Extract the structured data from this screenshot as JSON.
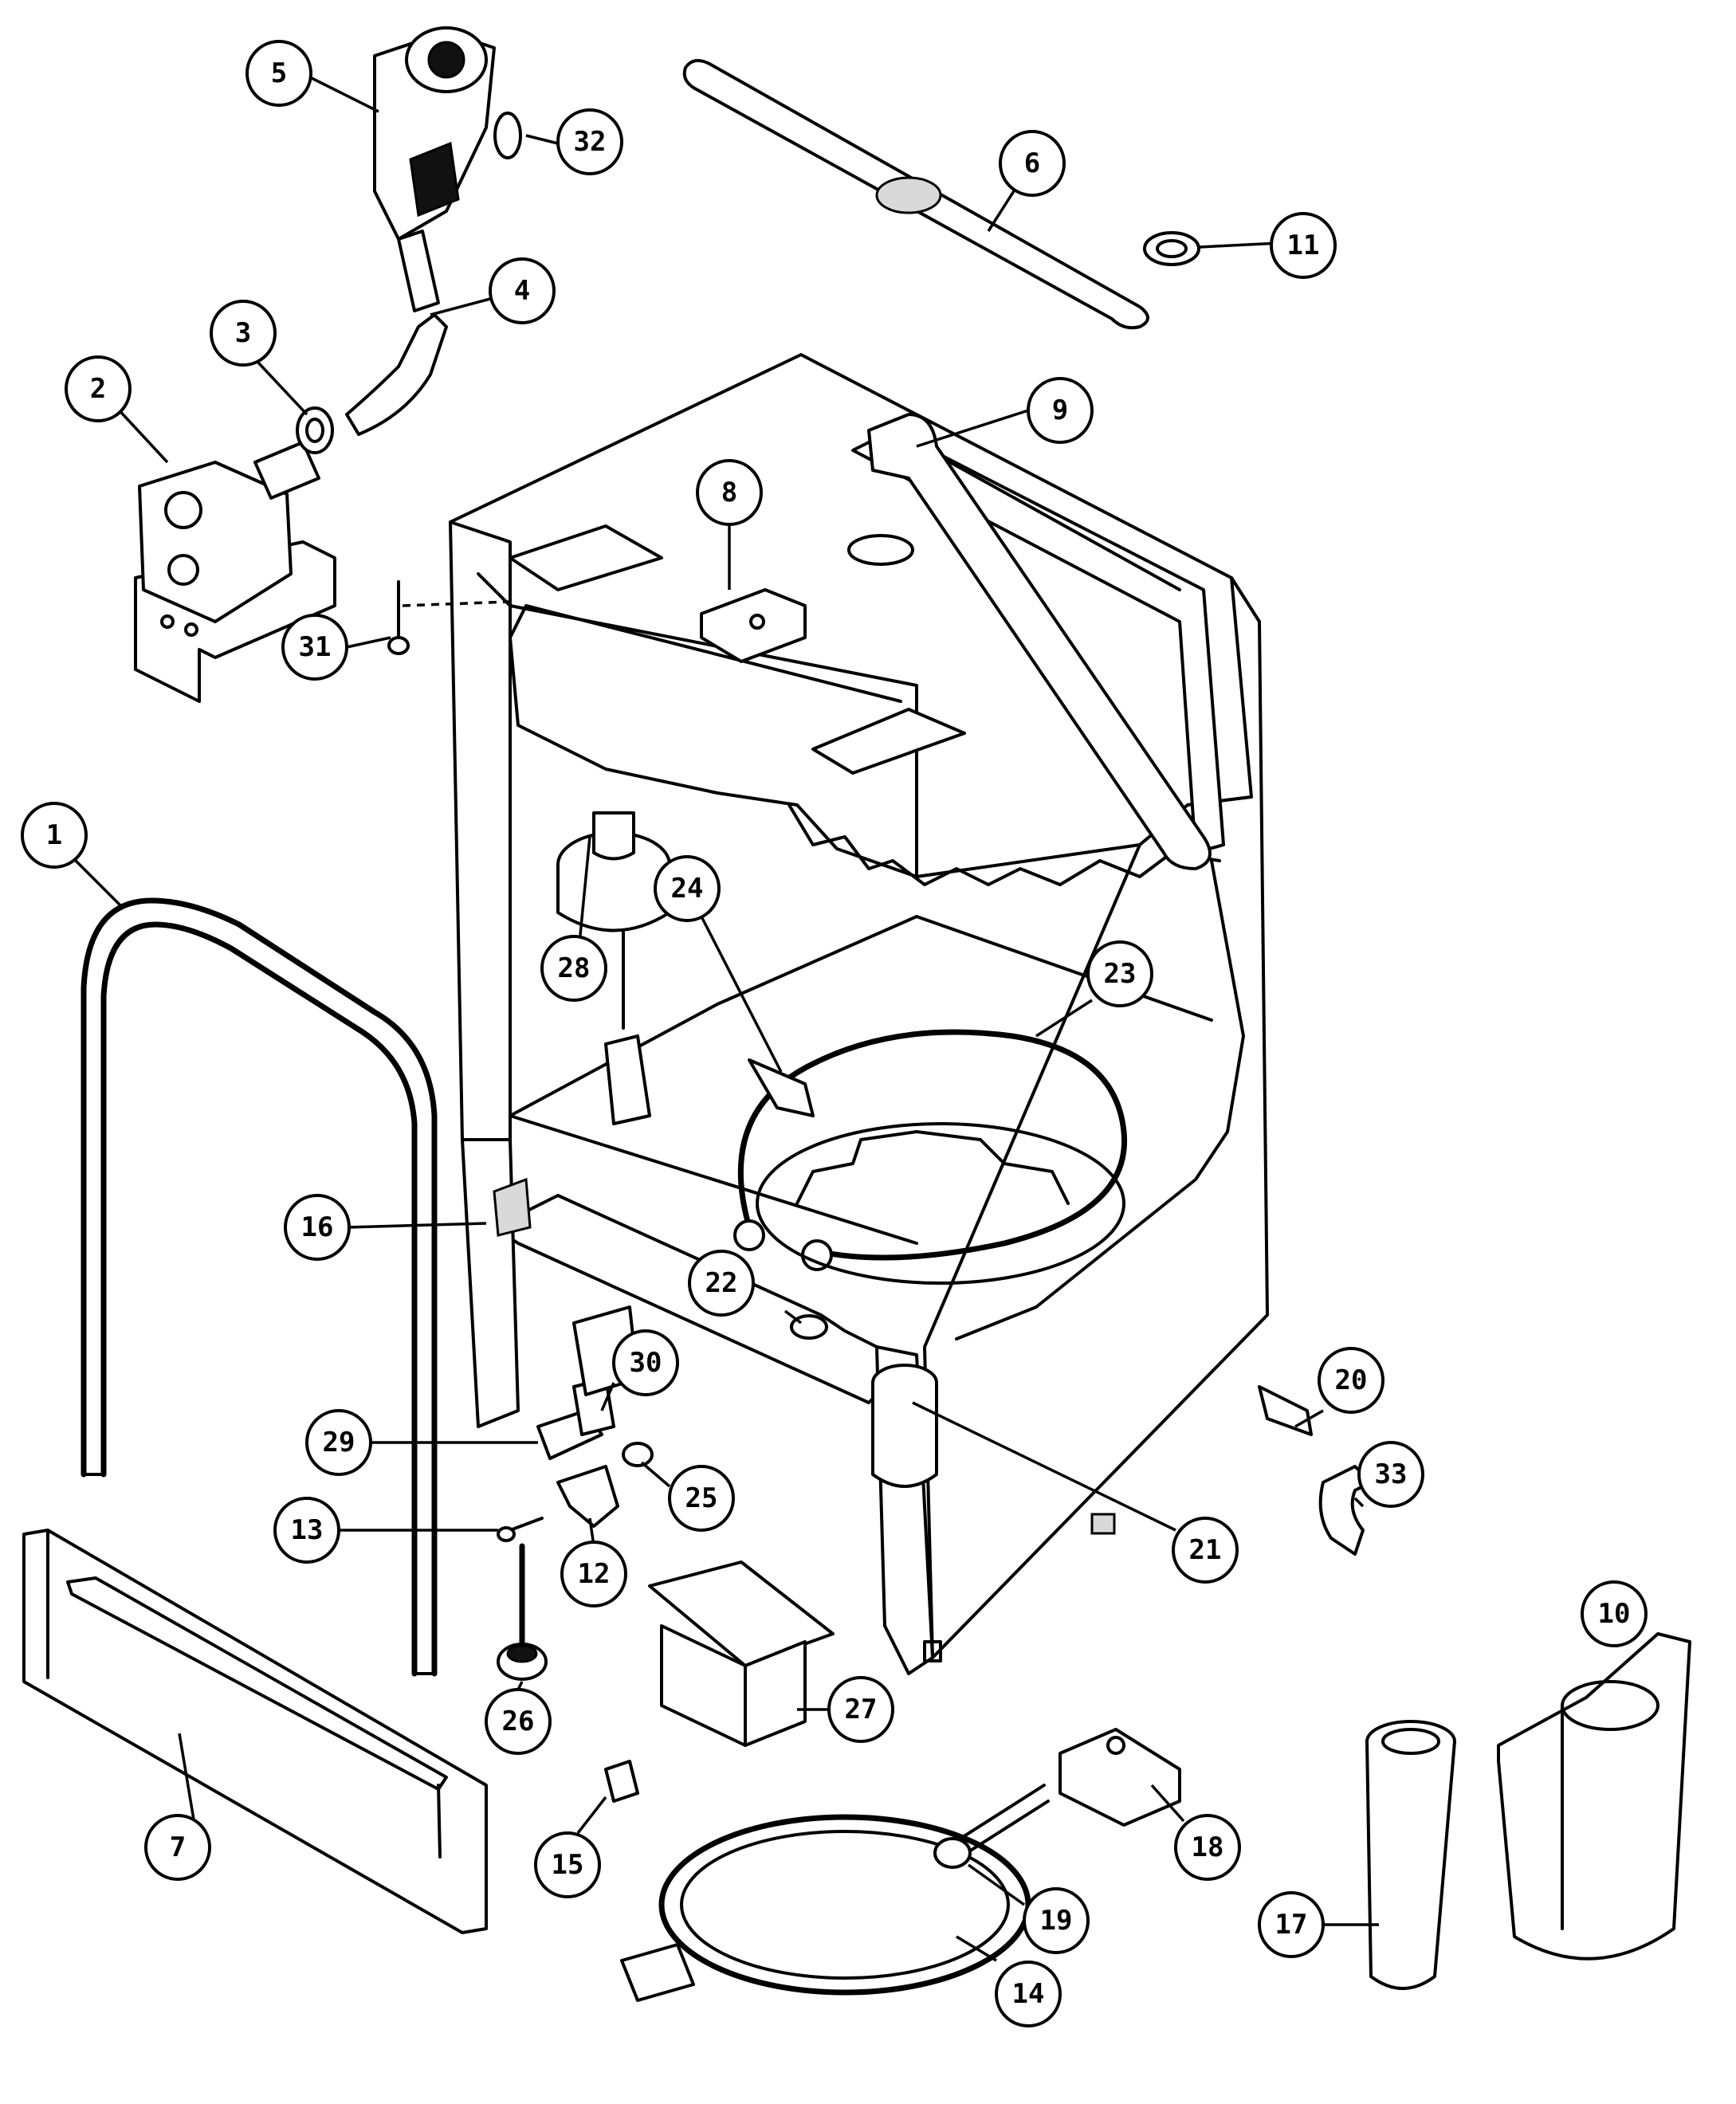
{
  "diagram": {
    "description_color": "#000000",
    "callouts": [
      {
        "label": "1"
      },
      {
        "label": "2"
      },
      {
        "label": "3"
      },
      {
        "label": "4"
      },
      {
        "label": "5"
      },
      {
        "label": "6"
      },
      {
        "label": "7"
      },
      {
        "label": "8"
      },
      {
        "label": "9"
      },
      {
        "label": "10"
      },
      {
        "label": "11"
      },
      {
        "label": "12"
      },
      {
        "label": "13"
      },
      {
        "label": "14"
      },
      {
        "label": "15"
      },
      {
        "label": "16"
      },
      {
        "label": "17"
      },
      {
        "label": "18"
      },
      {
        "label": "19"
      },
      {
        "label": "20"
      },
      {
        "label": "21"
      },
      {
        "label": "22"
      },
      {
        "label": "23"
      },
      {
        "label": "24"
      },
      {
        "label": "25"
      },
      {
        "label": "26"
      },
      {
        "label": "27"
      },
      {
        "label": "28"
      },
      {
        "label": "29"
      },
      {
        "label": "30"
      },
      {
        "label": "31"
      },
      {
        "label": "32"
      },
      {
        "label": "33"
      }
    ]
  }
}
